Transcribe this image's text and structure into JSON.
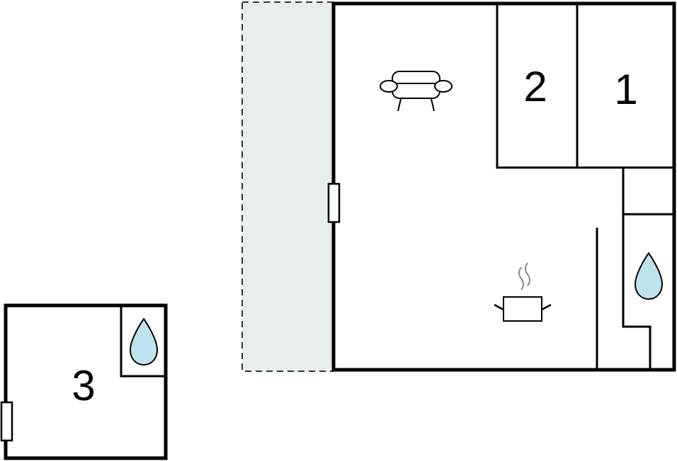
{
  "floorplan": {
    "rooms": [
      {
        "id": "bedroom-1",
        "label": "1"
      },
      {
        "id": "bedroom-2",
        "label": "2"
      },
      {
        "id": "bedroom-3",
        "label": "3"
      }
    ],
    "icons": [
      {
        "name": "sofa-icon",
        "room": "living-area"
      },
      {
        "name": "cooking-pot-icon",
        "room": "kitchen"
      },
      {
        "name": "water-drop-icon",
        "room": "bathroom-main"
      },
      {
        "name": "water-drop-icon",
        "room": "bathroom-annex"
      }
    ],
    "colors": {
      "wall": "#000000",
      "terrace_fill": "#e8eeee",
      "terrace_border": "#333333",
      "water": "#bfe3ec",
      "steam": "#888888"
    }
  }
}
